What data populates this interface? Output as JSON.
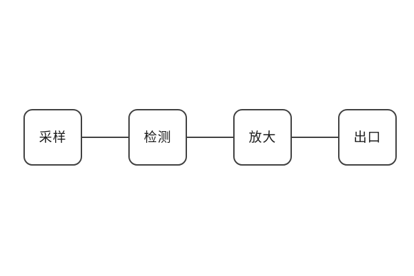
{
  "diagram": {
    "type": "flowchart",
    "direction": "left-to-right",
    "nodes": [
      {
        "id": "sampling",
        "label": "采样"
      },
      {
        "id": "detection",
        "label": "检测"
      },
      {
        "id": "amplification",
        "label": "放大"
      },
      {
        "id": "exit",
        "label": "出口"
      }
    ],
    "edges": [
      {
        "from": "sampling",
        "to": "detection"
      },
      {
        "from": "detection",
        "to": "amplification"
      },
      {
        "from": "amplification",
        "to": "exit"
      }
    ],
    "colors": {
      "background": "#ffffff",
      "node_fill": "#ffffff",
      "node_border": "#404040",
      "connector": "#404040",
      "label_text": "#1a1a1a"
    }
  }
}
